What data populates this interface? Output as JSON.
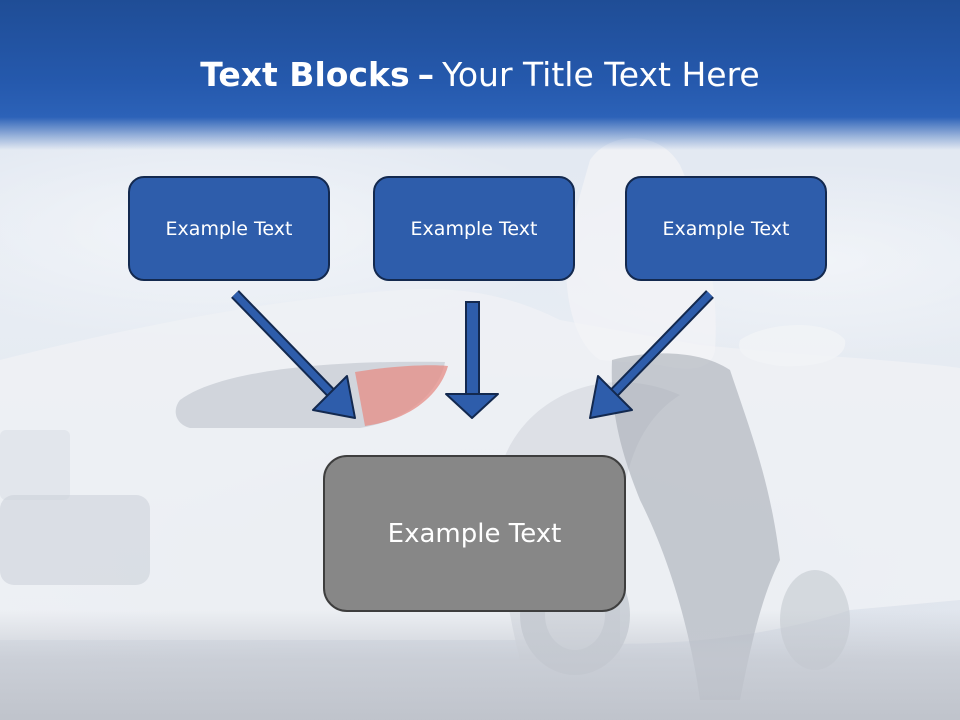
{
  "slide": {
    "title_bold": "Text Blocks",
    "title_dash": "–",
    "title_rest": "Your Title Text Here"
  },
  "blocks": [
    {
      "label": "Example Text"
    },
    {
      "label": "Example Text"
    },
    {
      "label": "Example Text"
    }
  ],
  "result_block": {
    "label": "Example Text"
  },
  "colors": {
    "title_bar": "#2559ad",
    "block_fill": "#2e5dab",
    "block_border": "#13294f",
    "result_fill": "#878787",
    "arrow": "#2e5dab"
  }
}
